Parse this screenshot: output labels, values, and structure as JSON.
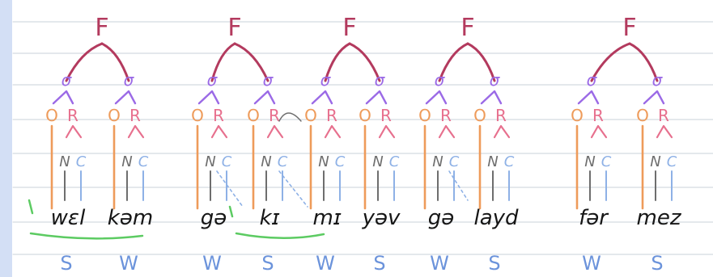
{
  "colors": {
    "margin": "#d3dff5",
    "rule": "#c9d0da",
    "foot": "#b33a5e",
    "syllable": "#9b6ae6",
    "onset": "#ee9b5a",
    "rime": "#e7708e",
    "nucleus": "#6e6e6e",
    "coda": "#8eb1e6",
    "text": "#161616",
    "stress": "#6b93db",
    "underline": "#5ccb62"
  },
  "feet": [
    {
      "label": "F"
    },
    {
      "label": "F"
    },
    {
      "label": "F"
    },
    {
      "label": "F"
    },
    {
      "label": "F"
    }
  ],
  "syllables": [
    {
      "sigma": "σ",
      "onset": "O",
      "rime": "R",
      "nucleus": "N",
      "coda": "C",
      "transcription": "wɛl",
      "stress": "S"
    },
    {
      "sigma": "σ",
      "onset": "O",
      "rime": "R",
      "nucleus": "N",
      "coda": "C",
      "transcription": "kəm",
      "stress": "W"
    },
    {
      "sigma": "σ",
      "onset": "O",
      "rime": "R",
      "nucleus": "N",
      "coda": "C",
      "transcription": "gə",
      "stress": "W"
    },
    {
      "sigma": "σ",
      "onset": "O",
      "rime": "R",
      "nucleus": "N",
      "coda": "C",
      "transcription": "kɪ",
      "stress": "S"
    },
    {
      "sigma": "σ",
      "onset": "O",
      "rime": "R",
      "nucleus": "N",
      "coda": "C",
      "transcription": "mɪ",
      "stress": "W"
    },
    {
      "sigma": "σ",
      "onset": "O",
      "rime": "R",
      "nucleus": "N",
      "coda": "C",
      "transcription": "yəv",
      "stress": "S"
    },
    {
      "sigma": "σ",
      "onset": "O",
      "rime": "R",
      "nucleus": "N",
      "coda": "C",
      "transcription": "gə",
      "stress": "W"
    },
    {
      "sigma": "σ",
      "onset": "O",
      "rime": "R",
      "nucleus": "N",
      "coda": "C",
      "transcription": "layd",
      "stress": "S"
    },
    {
      "sigma": "σ",
      "onset": "O",
      "rime": "R",
      "nucleus": "N",
      "coda": "C",
      "transcription": "fər",
      "stress": "W"
    },
    {
      "sigma": "σ",
      "onset": "O",
      "rime": "R",
      "nucleus": "N",
      "coda": "C",
      "transcription": "mez",
      "stress": "S"
    }
  ]
}
